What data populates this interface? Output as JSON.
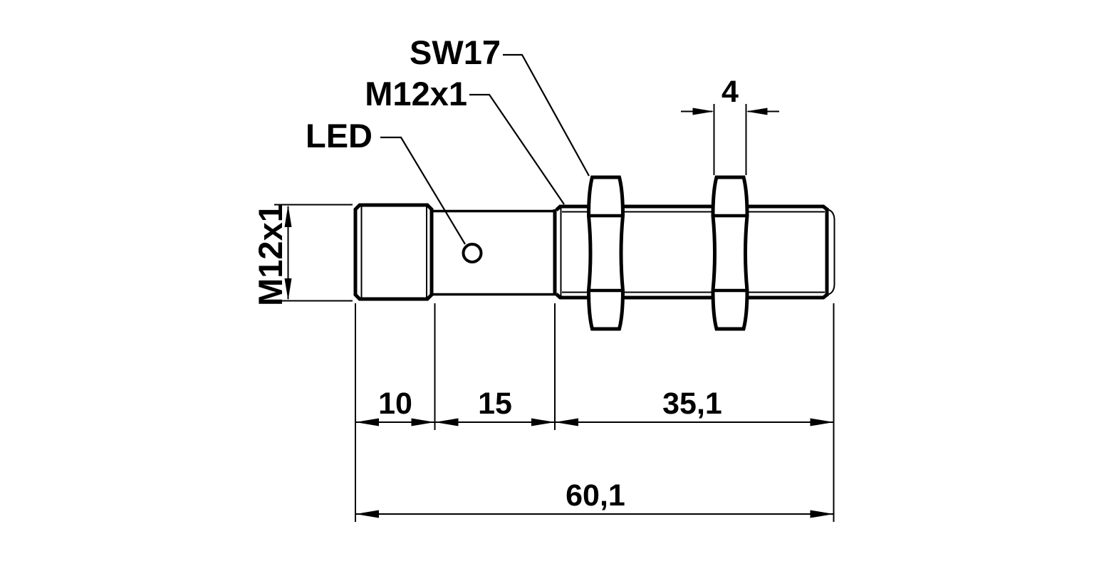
{
  "figure": {
    "kind": "technical-dimension-drawing",
    "subject": "M12 threaded cylindrical sensor with two hex nuts",
    "colors": {
      "line": "#000000",
      "background": "#ffffff"
    },
    "callouts": {
      "wrench_size": "SW17",
      "connector_thread": "M12x1",
      "led": "LED",
      "head_thread": "M12x1"
    },
    "dimensions": {
      "nut_width": "4",
      "head_length": "10",
      "mid_length": "15",
      "barrel_length": "35,1",
      "overall_length": "60,1"
    }
  }
}
